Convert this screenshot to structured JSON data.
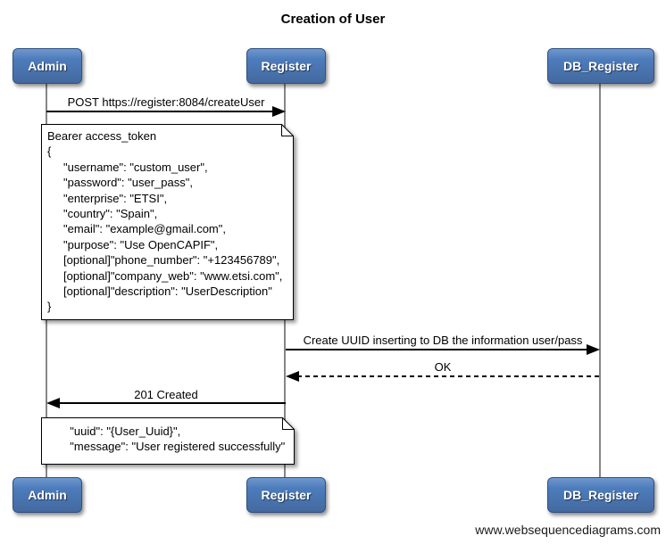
{
  "title": "Creation of User",
  "watermark": "www.websequencediagrams.com",
  "actors": [
    {
      "name": "Admin"
    },
    {
      "name": "Register"
    },
    {
      "name": "DB_Register"
    }
  ],
  "messages": [
    {
      "label": "POST https://register:8084/createUser",
      "from": "Admin",
      "to": "Register",
      "style": "solid"
    },
    {
      "label": "Create UUID inserting to DB the information user/pass",
      "from": "Register",
      "to": "DB_Register",
      "style": "solid"
    },
    {
      "label": "OK",
      "from": "DB_Register",
      "to": "Register",
      "style": "dashed"
    },
    {
      "label": "201 Created",
      "from": "Register",
      "to": "Admin",
      "style": "solid"
    }
  ],
  "notes": [
    {
      "lines": [
        "Bearer access_token",
        "{",
        "     \"username\": \"custom_user\",",
        "     \"password\": \"user_pass\",",
        "     \"enterprise\": \"ETSI\",",
        "     \"country\": \"Spain\",",
        "     \"email\": \"example@gmail.com\",",
        "     \"purpose\": \"Use OpenCAPIF\",",
        "     [optional]\"phone_number\": \"+123456789\",",
        "     [optional]\"company_web\": \"www.etsi.com\",",
        "     [optional]\"description\": \"UserDescription\"",
        "}"
      ]
    },
    {
      "lines": [
        "       \"uuid\": \"{User_Uuid}\",",
        "       \"message\": \"User registered successfully\""
      ]
    }
  ],
  "colors": {
    "actor_fill": "#4d7cbc",
    "actor_border": "#2f5181",
    "actor_text": "#ffffff",
    "lifeline": "#868686",
    "arrow": "#000000",
    "note_bg": "#ffffff",
    "background": "#ffffff"
  }
}
